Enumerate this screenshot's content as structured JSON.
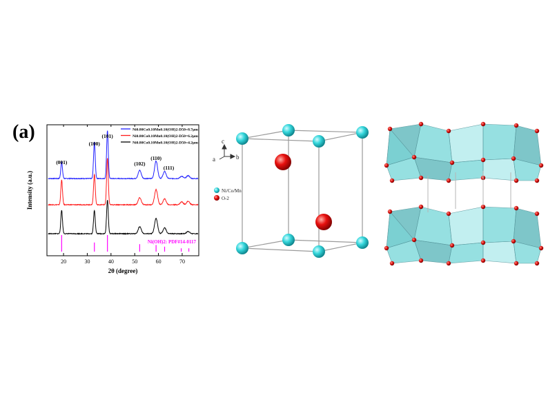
{
  "panel_label": "(a)",
  "chart_data": {
    "type": "line",
    "xlabel": "2θ (degree)",
    "ylabel": "Intensity (a.u.)",
    "xlim": [
      13,
      77
    ],
    "xticks": [
      20,
      30,
      40,
      50,
      60,
      70
    ],
    "grid": false,
    "legend_position": "top-right",
    "series": [
      {
        "name": "Ni0.80Co0.10Mn0.10(OH)2-D50=8.7μm",
        "color": "#1f1fff",
        "offset": 3,
        "peaks": [
          [
            19.2,
            28
          ],
          [
            33.0,
            62
          ],
          [
            38.5,
            82
          ],
          [
            52.1,
            14
          ],
          [
            59.0,
            30
          ],
          [
            62.6,
            12
          ],
          [
            69.8,
            4
          ],
          [
            72.5,
            5
          ]
        ]
      },
      {
        "name": "Ni0.80Co0.10Mn0.10(OH)2-D50=6.2μm",
        "color": "#ff1a1a",
        "offset": 2,
        "peaks": [
          [
            19.2,
            42
          ],
          [
            33.0,
            52
          ],
          [
            38.5,
            80
          ],
          [
            52.1,
            12
          ],
          [
            59.0,
            26
          ],
          [
            62.6,
            10
          ],
          [
            69.8,
            5
          ],
          [
            72.5,
            6
          ]
        ]
      },
      {
        "name": "Ni0.80Co0.10Mn0.10(OH)2-D50=4.2μm",
        "color": "#000000",
        "offset": 1,
        "peaks": [
          [
            19.2,
            40
          ],
          [
            33.0,
            40
          ],
          [
            38.5,
            58
          ],
          [
            52.1,
            12
          ],
          [
            59.0,
            26
          ],
          [
            62.6,
            10
          ],
          [
            72.5,
            4
          ]
        ]
      }
    ],
    "peak_labels": [
      {
        "text": "(001)",
        "x": 19.2
      },
      {
        "text": "(100)",
        "x": 33.0
      },
      {
        "text": "(101)",
        "x": 38.5
      },
      {
        "text": "(102)",
        "x": 52.1
      },
      {
        "text": "(110)",
        "x": 59.0
      },
      {
        "text": "(111)",
        "x": 62.6
      }
    ],
    "reference": {
      "label": "Ni(OH)2: PDF#14-0117",
      "color": "#ff00ff",
      "lines": [
        [
          19.2,
          1.0
        ],
        [
          33.0,
          0.55
        ],
        [
          38.5,
          1.0
        ],
        [
          52.1,
          0.45
        ],
        [
          59.0,
          0.4
        ],
        [
          62.6,
          0.3
        ],
        [
          69.6,
          0.2
        ],
        [
          72.8,
          0.2
        ]
      ]
    }
  },
  "crystal_structure": {
    "axes": {
      "a": "a",
      "b": "b",
      "c": "c"
    },
    "legend": [
      {
        "label": "Ni/Co/Mn",
        "color": "#35d7dc"
      },
      {
        "label": "O-2",
        "color": "#e8100e"
      }
    ]
  }
}
